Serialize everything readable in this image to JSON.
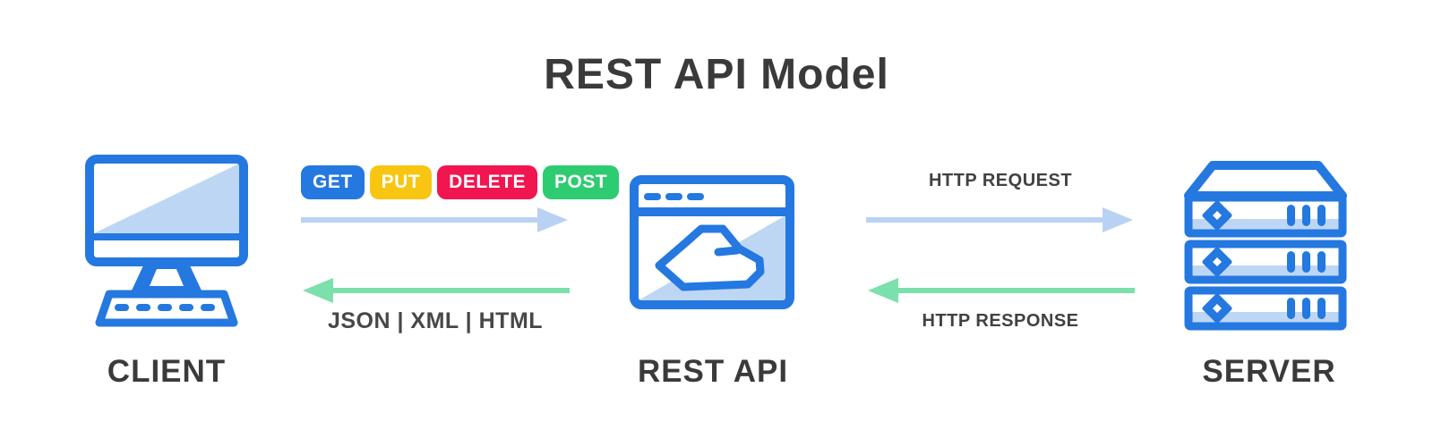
{
  "title": "REST API Model",
  "nodes": {
    "client": {
      "label": "CLIENT",
      "icon": "desktop-computer-icon"
    },
    "rest_api": {
      "label": "REST API",
      "icon": "browser-cloud-icon"
    },
    "server": {
      "label": "SERVER",
      "icon": "server-stack-icon"
    }
  },
  "client_api_channel": {
    "methods": [
      {
        "label": "GET",
        "color": "#2478E0"
      },
      {
        "label": "PUT",
        "color": "#F9C513"
      },
      {
        "label": "DELETE",
        "color": "#F1164F"
      },
      {
        "label": "POST",
        "color": "#2ECC71"
      }
    ],
    "request_arrow_direction": "right",
    "response_arrow_direction": "left",
    "response_formats": "JSON | XML | HTML"
  },
  "api_server_channel": {
    "request_label": "HTTP REQUEST",
    "request_arrow_direction": "right",
    "response_label": "HTTP RESPONSE",
    "response_arrow_direction": "left"
  },
  "colors": {
    "icon_blue": "#2478E0",
    "icon_light_blue": "#BDD6F4",
    "request_arrow_blue": "#B9D2F3",
    "response_arrow_green": "#7BE0AB",
    "label_dark": "#3A3A3A"
  }
}
